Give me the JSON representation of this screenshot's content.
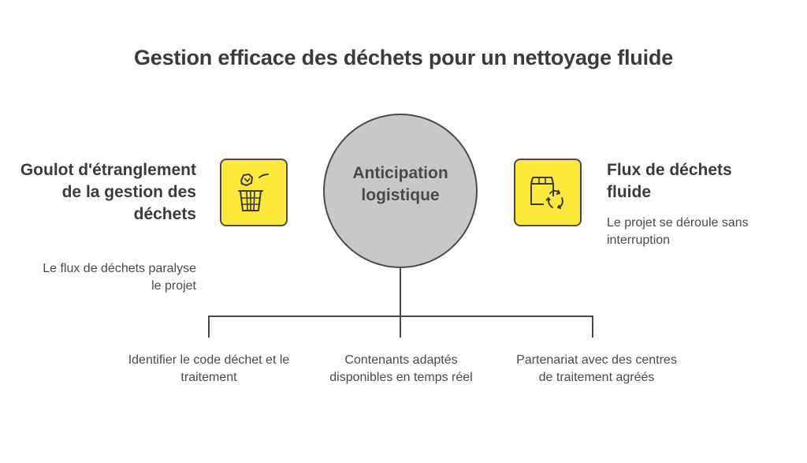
{
  "title": "Gestion efficace des déchets pour un nettoyage fluide",
  "center": {
    "label": "Anticipation logistique"
  },
  "left": {
    "heading": "Goulot d'étranglement de la gestion des déchets",
    "description": "Le flux de déchets paralyse le projet",
    "icon": "trash-basket-icon"
  },
  "right": {
    "heading": "Flux de déchets fluide",
    "description": "Le projet se déroule sans interruption",
    "icon": "box-recycle-icon"
  },
  "branches": [
    {
      "label": "Identifier le code déchet et le traitement"
    },
    {
      "label": "Contenants adaptés disponibles en temps réel"
    },
    {
      "label": "Partenariat avec des centres de traitement agréés"
    }
  ],
  "colors": {
    "accent": "#fde93a",
    "circle": "#c8c8c8",
    "stroke": "#4a4a4a",
    "text": "#3b3b3b"
  }
}
